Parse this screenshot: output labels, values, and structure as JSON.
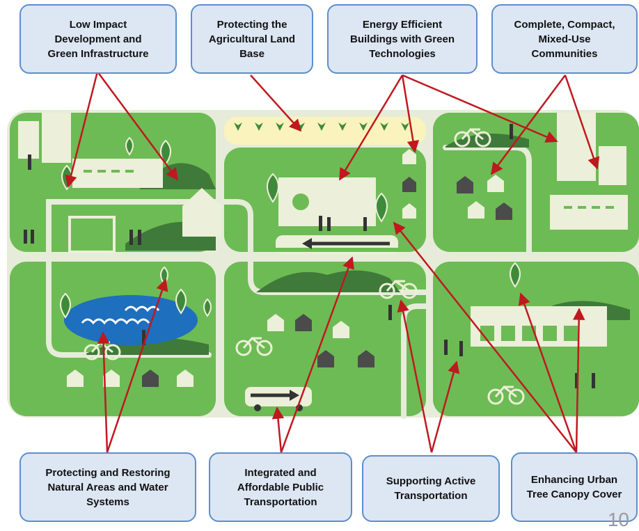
{
  "labels": {
    "low_impact": "Low Impact\nDevelopment and\nGreen Infrastructure",
    "agricultural": "Protecting the\nAgricultural Land\nBase",
    "energy": "Energy Efficient\nBuildings with Green\nTechnologies",
    "complete": "Complete, Compact,\nMixed-Use\nCommunities",
    "natural": "Protecting and Restoring\nNatural Areas and Water\nSystems",
    "transit": "Integrated and\nAffordable Public\nTransportation",
    "active": "Supporting Active\nTransportation",
    "canopy": "Enhancing Urban\nTree Canopy Cover"
  },
  "page_number": "10",
  "colors": {
    "box_fill": "#dde6f3",
    "box_border": "#5b8fcd",
    "arrow": "#c0181f",
    "block_green": "#6dbb54",
    "road": "#e6ecd9",
    "hill_dark": "#3f7a3a",
    "building": "#ecefd9",
    "house_dark": "#4b4b4b",
    "water": "#1e6fbd",
    "farm": "#fbf3bd"
  }
}
